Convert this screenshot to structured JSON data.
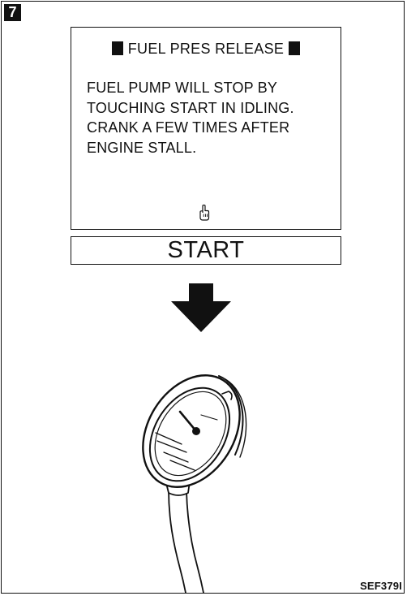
{
  "step": {
    "number": "7"
  },
  "screen": {
    "header": "FUEL PRES RELEASE",
    "message_lines": [
      "FUEL PUMP WILL STOP BY",
      "TOUCHING START IN IDLING.",
      "CRANK A FEW TIMES AFTER",
      "ENGINE STALL."
    ],
    "pointer_icon": "hand-pointer-icon"
  },
  "start_button": {
    "label": "START"
  },
  "illustration": {
    "arrow_icon": "down-arrow-icon",
    "gauge_icon": "fuel-pressure-gauge-icon"
  },
  "figure": {
    "code": "SEF379I"
  }
}
